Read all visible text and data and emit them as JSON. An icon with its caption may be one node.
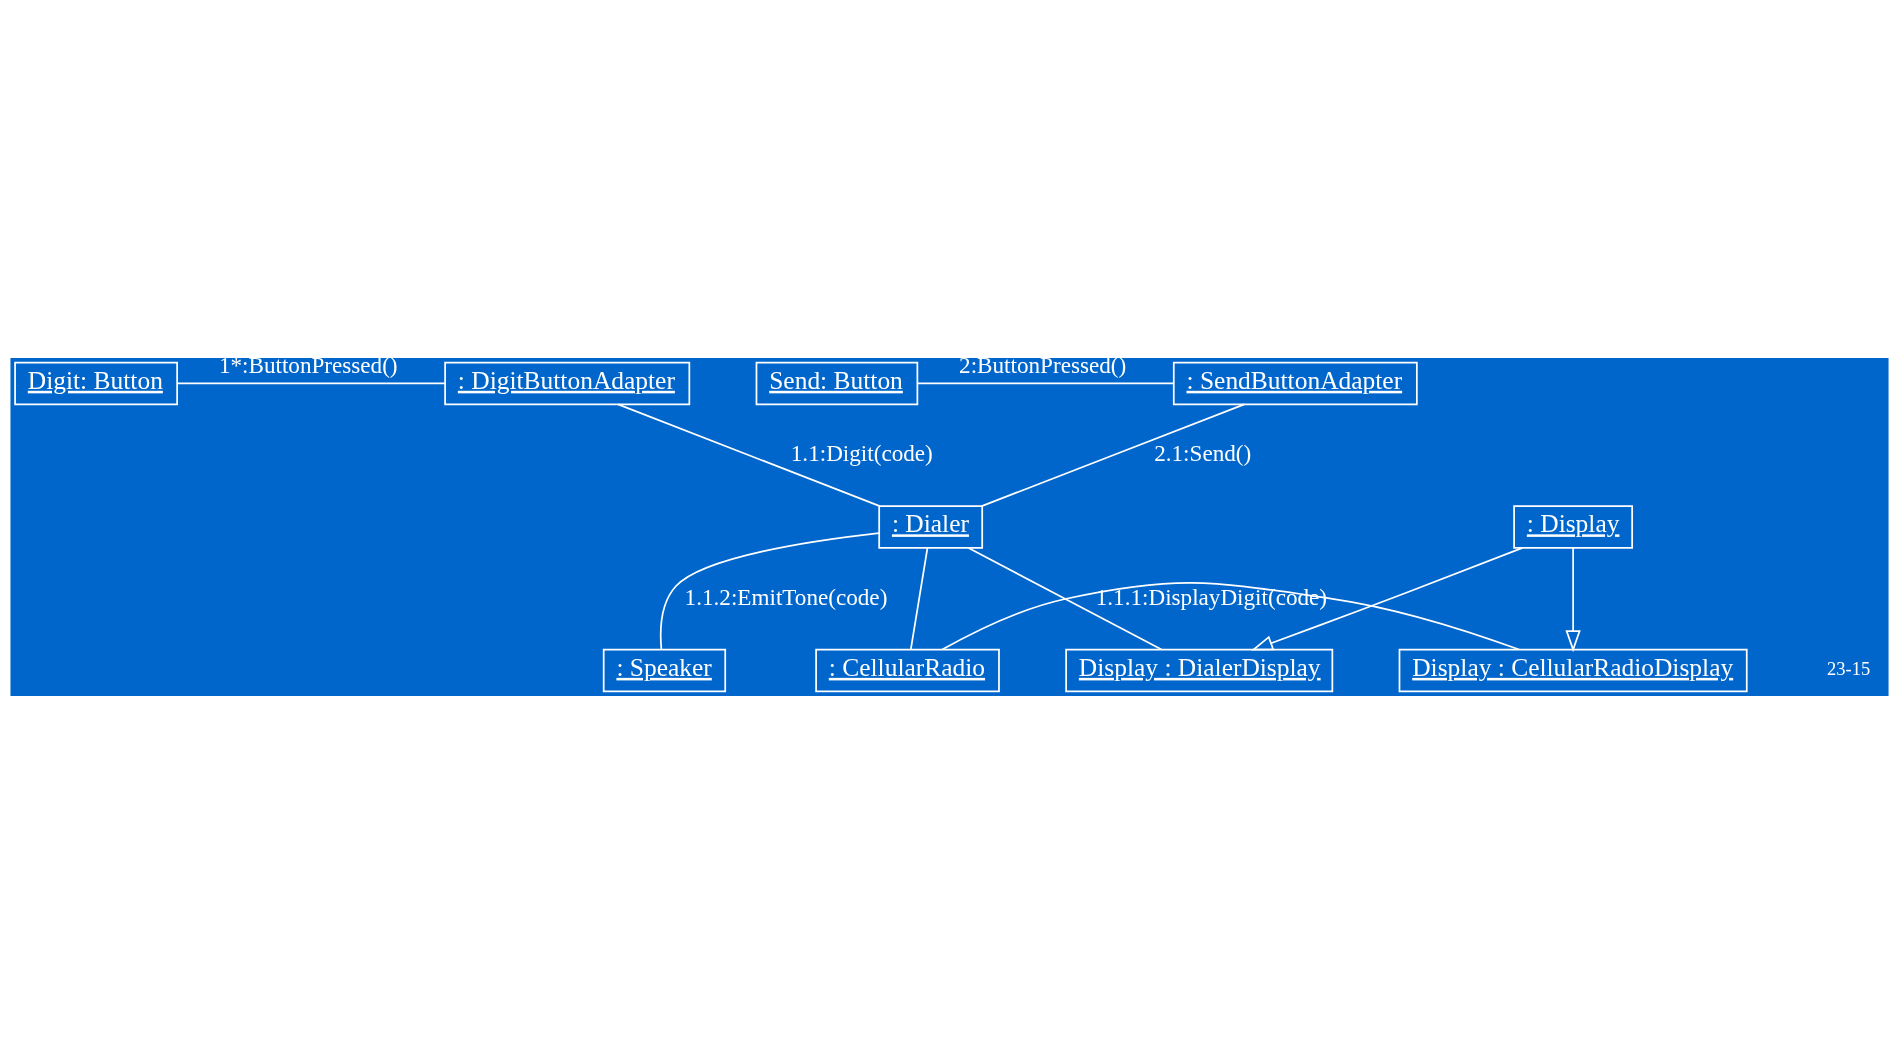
{
  "diagram": {
    "nodes": [
      {
        "text": [
          "Digit: Button"
        ]
      },
      {
        "text": [
          ": DigitButtonAdapter"
        ]
      },
      {
        "text": [
          "Send: Button"
        ]
      },
      {
        "text": [
          ": SendButtonAdapter"
        ]
      },
      {
        "text": [
          ": Dialer"
        ]
      },
      {
        "text": [
          ": Speaker"
        ]
      },
      {
        "text": [
          ": CellularRadio"
        ]
      },
      {
        "text": [
          "Display : CellularRadioDisplay"
        ]
      },
      {
        "text": [
          "Display : DialerDisplay"
        ]
      },
      {
        "text": [
          ": Display"
        ]
      }
    ],
    "edges": [
      {
        "from": 0,
        "to": 1,
        "arrow": "none",
        "label": "1*:ButtonPressed()"
      },
      {
        "from": 1,
        "to": 4,
        "arrow": "none",
        "label": "1.1:Digit(code)"
      },
      {
        "from": 2,
        "to": 3,
        "arrow": "none",
        "label": "2:ButtonPressed()"
      },
      {
        "from": 3,
        "to": 4,
        "arrow": "none",
        "label": "2.1:Send()"
      },
      {
        "from": 4,
        "to": 5,
        "arrow": "none",
        "label": "1.1.2:EmitTone(code)"
      },
      {
        "from": 4,
        "to": 6,
        "arrow": "none"
      },
      {
        "from": 4,
        "to": 8,
        "arrow": "none",
        "label": "1.1.1:DisplayDigit(code)"
      },
      {
        "from": 6,
        "to": 7,
        "arrow": "none"
      },
      {
        "from": 9,
        "to": 7,
        "arrow": "to"
      },
      {
        "from": 9,
        "to": 8,
        "arrow": "to"
      }
    ],
    "labels": [
      "23-15"
    ]
  }
}
